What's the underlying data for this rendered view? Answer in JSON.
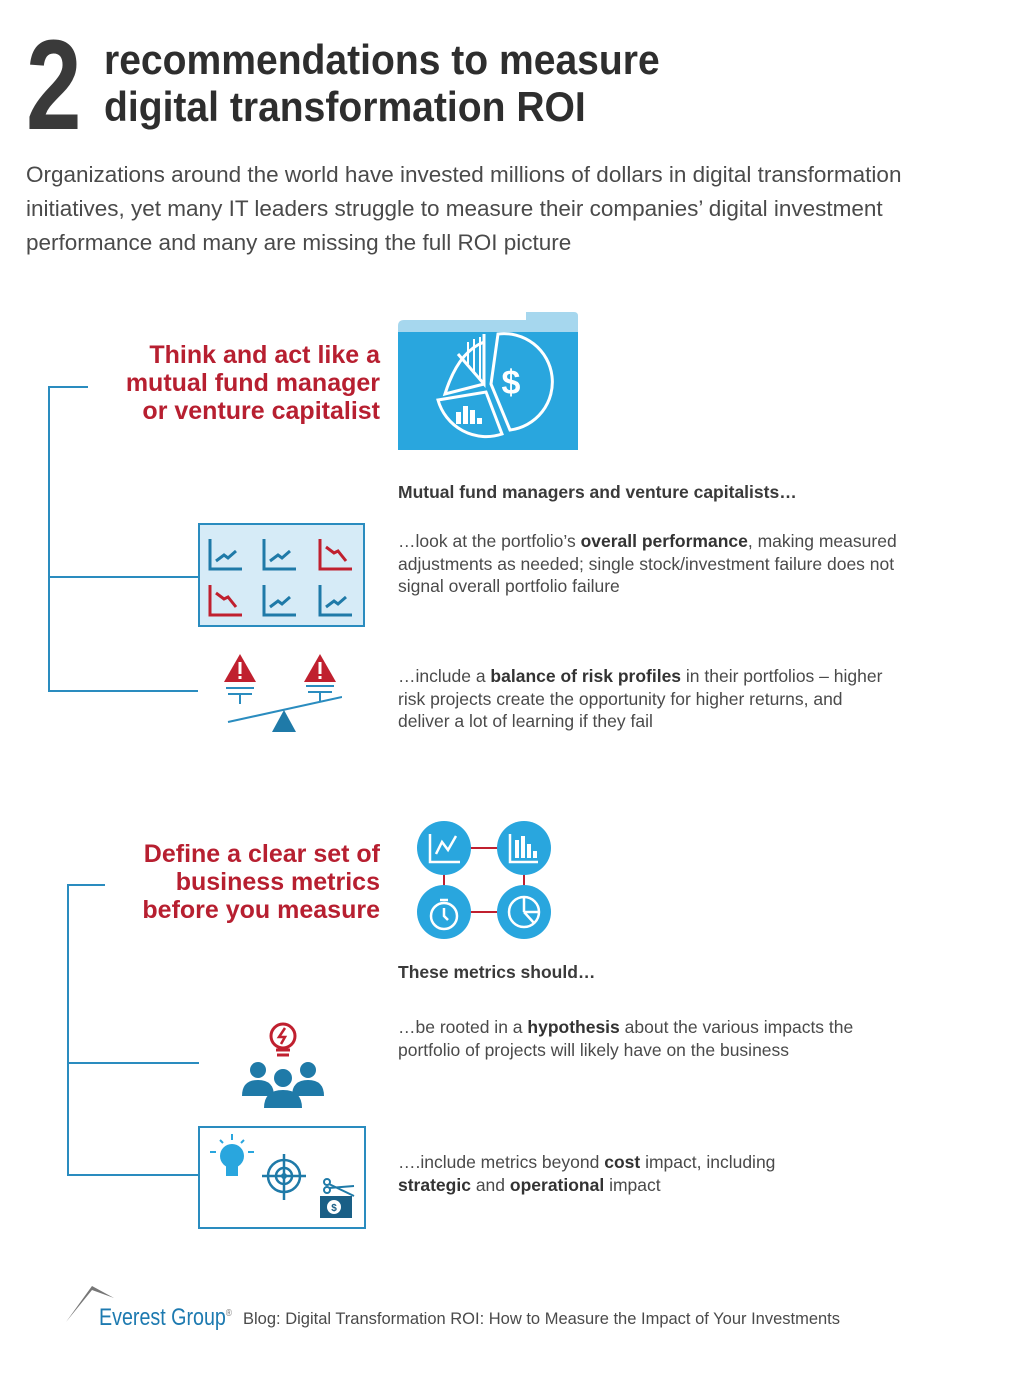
{
  "header": {
    "number": "2",
    "title_line1": "recommendations to measure",
    "title_line2": "digital transformation ROI",
    "intro": "Organizations around the world have invested millions of dollars in digital transformation initiatives, yet many IT leaders struggle to measure their companies’ digital investment performance and many are missing the full ROI picture"
  },
  "colors": {
    "accent_red": "#b71f30",
    "accent_blue": "#29a6de",
    "line_blue": "#2a8cbf",
    "dark_blue": "#1f7aa8"
  },
  "recommendations": [
    {
      "heading_lines": [
        "Think and act like a",
        "mutual fund manager",
        "or venture capitalist"
      ],
      "icon": "folder-pie-chart-dollar-icon",
      "subheading": "Mutual fund managers and venture capitalists…",
      "points": [
        {
          "icon": "portfolio-trend-charts-icon",
          "pre": "…look at the portfolio’s ",
          "bold": "overall performance",
          "post": ", making measured adjustments as needed; single stock/investment failure does not signal overall portfolio failure"
        },
        {
          "icon": "risk-balance-scale-icon",
          "pre": "…include a ",
          "bold": "balance of risk profiles",
          "post": " in their portfolios – higher risk projects create the opportunity for higher returns, and deliver a lot of learning if they fail"
        }
      ]
    },
    {
      "heading_lines": [
        "Define a clear set of",
        "business metrics",
        "before you measure"
      ],
      "icon": "metrics-network-icon",
      "subheading": "These metrics should…",
      "points": [
        {
          "icon": "team-idea-icon",
          "pre": "…be rooted in a ",
          "bold": "hypothesis",
          "post": " about the various impacts the portfolio of projects will likely have on the business"
        },
        {
          "icon": "impact-types-icon",
          "pre": "….include metrics beyond ",
          "bold": "cost",
          "mid": " impact, including ",
          "bold2": "strategic",
          "mid2": " and ",
          "bold3": "operational",
          "post": " impact"
        }
      ]
    }
  ],
  "footer": {
    "brand": "Everest Group",
    "registered": "®",
    "text": "Blog: Digital Transformation ROI: How to Measure the Impact of Your Investments"
  }
}
